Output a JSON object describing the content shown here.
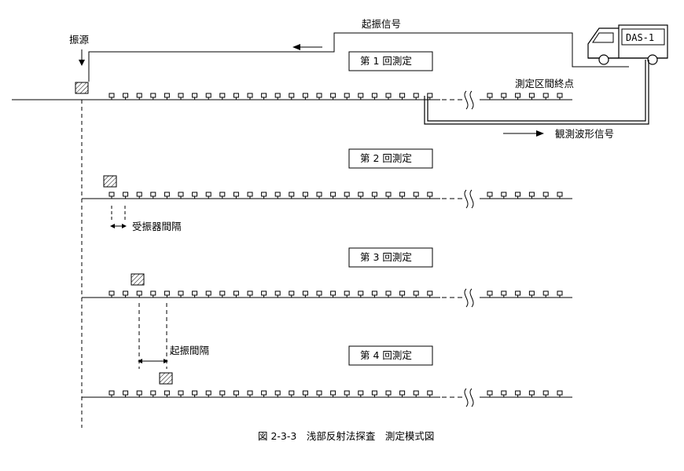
{
  "labels": {
    "source": "振源",
    "trigger_signal": "起振信号",
    "end_point": "測定区間終点",
    "waveform_signal": "観測波形信号",
    "receiver_interval": "受振器間隔",
    "shot_interval": "起振間隔",
    "das": "DAS-1"
  },
  "measurements": [
    {
      "label": "第 1 回測定"
    },
    {
      "label": "第 2 回測定"
    },
    {
      "label": "第 3 回測定"
    },
    {
      "label": "第 4 回測定"
    }
  ],
  "caption": "図 2-3-3　浅部反射法探査　測定模式図"
}
